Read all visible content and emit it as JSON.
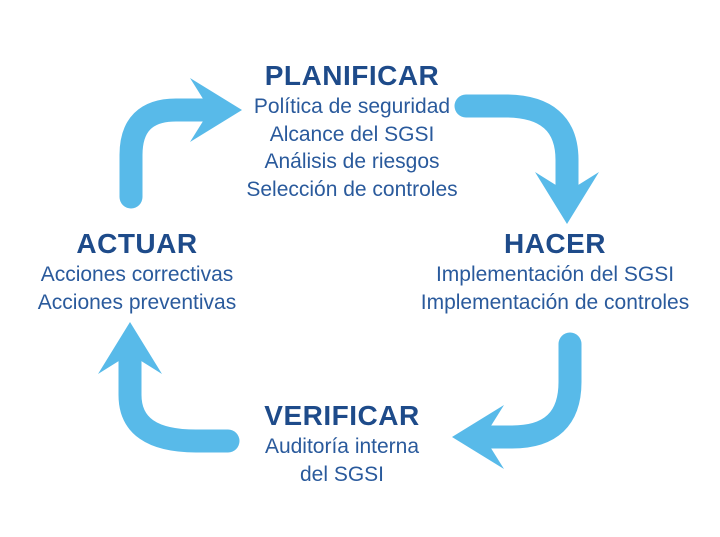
{
  "diagram": {
    "type": "cycle",
    "colors": {
      "arrow": "#58bae9",
      "heading": "#1e4b8a",
      "text": "#2a5a9c",
      "background": "#ffffff"
    },
    "phases": [
      {
        "id": "planificar",
        "heading": "PLANIFICAR",
        "items": [
          "Política de seguridad",
          "Alcance del SGSI",
          "Análisis de riesgos",
          "Selección de controles"
        ]
      },
      {
        "id": "hacer",
        "heading": "HACER",
        "items": [
          "Implementación del SGSI",
          "Implementación de controles"
        ]
      },
      {
        "id": "verificar",
        "heading": "VERIFICAR",
        "items": [
          "Auditoría interna",
          "del SGSI"
        ]
      },
      {
        "id": "actuar",
        "heading": "ACTUAR",
        "items": [
          "Acciones correctivas",
          "Acciones preventivas"
        ]
      }
    ],
    "arrows": [
      {
        "name": "arrow-actuar-to-planificar",
        "from": "ACTUAR",
        "to": "PLANIFICAR",
        "direction": "right"
      },
      {
        "name": "arrow-planificar-to-hacer",
        "from": "PLANIFICAR",
        "to": "HACER",
        "direction": "down"
      },
      {
        "name": "arrow-hacer-to-verificar",
        "from": "HACER",
        "to": "VERIFICAR",
        "direction": "left"
      },
      {
        "name": "arrow-verificar-to-actuar",
        "from": "VERIFICAR",
        "to": "ACTUAR",
        "direction": "up"
      }
    ]
  }
}
